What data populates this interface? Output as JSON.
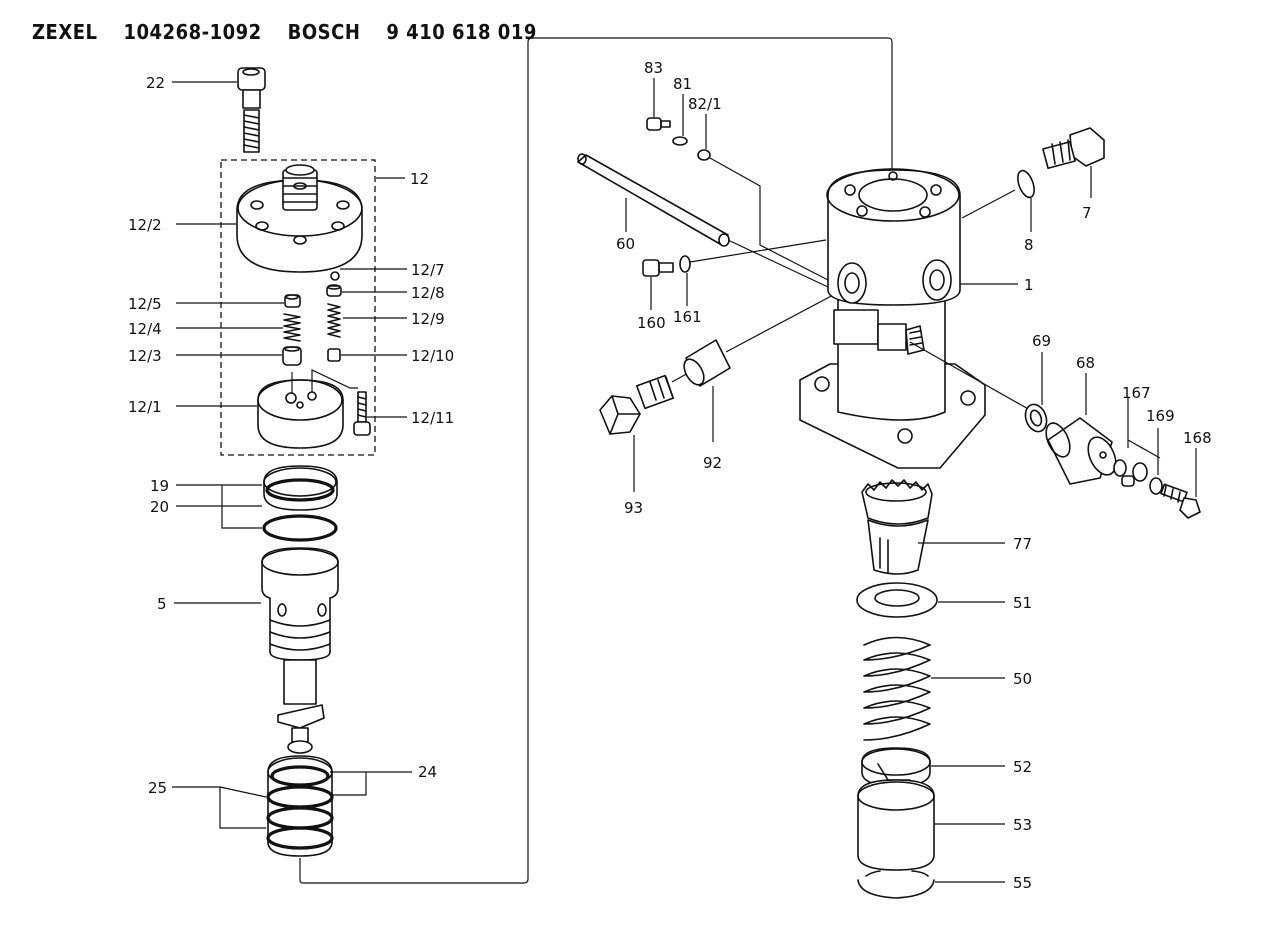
{
  "header": {
    "brand1": "ZEXEL",
    "part1": "104268-1092",
    "brand2": "BOSCH",
    "part2": "9 410 618 019"
  },
  "labels": {
    "l22": "22",
    "l12": "12",
    "l12_2": "12/2",
    "l12_7": "12/7",
    "l12_8": "12/8",
    "l12_5": "12/5",
    "l12_9": "12/9",
    "l12_4": "12/4",
    "l12_3": "12/3",
    "l12_10": "12/10",
    "l12_1": "12/1",
    "l12_11": "12/11",
    "l19": "19",
    "l20": "20",
    "l5": "5",
    "l24": "24",
    "l25": "25",
    "l83": "83",
    "l81": "81",
    "l82_1": "82/1",
    "l60": "60",
    "l160": "160",
    "l161": "161",
    "l93": "93",
    "l92": "92",
    "l7": "7",
    "l8": "8",
    "l1": "1",
    "l69": "69",
    "l68": "68",
    "l167": "167",
    "l169": "169",
    "l168": "168",
    "l77": "77",
    "l51": "51",
    "l50": "50",
    "l52": "52",
    "l53": "53",
    "l55": "55"
  }
}
